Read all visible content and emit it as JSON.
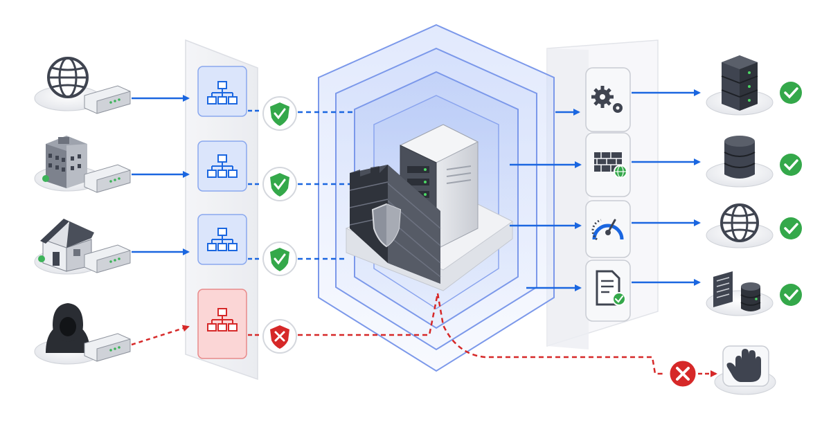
{
  "diagram": {
    "sources": [
      {
        "id": "internet",
        "icon": "globe-icon",
        "status": "allowed"
      },
      {
        "id": "office",
        "icon": "office-building-icon",
        "status": "allowed"
      },
      {
        "id": "home",
        "icon": "house-icon",
        "status": "allowed"
      },
      {
        "id": "attacker",
        "icon": "hooded-attacker-icon",
        "status": "blocked"
      }
    ],
    "inspection_nodes": [
      {
        "icon": "network-hierarchy-icon",
        "check": "shield-check-icon",
        "status": "allowed"
      },
      {
        "icon": "network-hierarchy-icon",
        "check": "shield-check-icon",
        "status": "allowed"
      },
      {
        "icon": "network-hierarchy-icon",
        "check": "shield-check-icon",
        "status": "allowed"
      },
      {
        "icon": "network-hierarchy-icon",
        "check": "shield-x-icon",
        "status": "blocked"
      }
    ],
    "core": {
      "server_icon": "server-tower-icon",
      "firewall_icon": "firewall-wall-icon",
      "shield_icon": "shield-icon"
    },
    "services": [
      {
        "icon": "gears-icon",
        "destination": "server-rack-icon",
        "status": "allowed"
      },
      {
        "icon": "firewall-globe-icon",
        "destination": "database-icon",
        "status": "allowed"
      },
      {
        "icon": "gauge-icon",
        "destination": "globe-icon",
        "status": "allowed"
      },
      {
        "icon": "document-check-icon",
        "destination": "document-database-icon",
        "status": "allowed"
      }
    ],
    "blocked_outcome": {
      "x_icon": "red-x-icon",
      "destination": "stop-hand-icon"
    },
    "colors": {
      "allowed_line": "#1a66e0",
      "blocked_line": "#d62828",
      "check_green": "#34a84a",
      "node_blue_bg": "#dbe5fb",
      "node_blue_border": "#8aa8ee",
      "node_red_bg": "#fbd6d6",
      "node_red_border": "#e88a8a",
      "device_dark": "#3f4450",
      "ring_blue": "#6f8fe8"
    }
  }
}
